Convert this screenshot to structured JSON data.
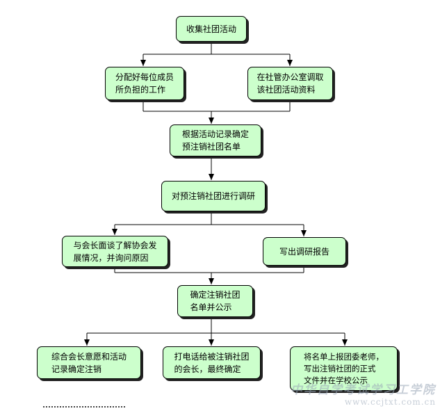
{
  "diagram": {
    "nodes": {
      "collect": "收集社团活动",
      "assign": "分配好每位成员\n所负担的工作",
      "retrieve": "在社管办公室调取\n该社团活动资料",
      "determine_pre": "根据活动记录确定\n预注销社团名单",
      "research": "对预注销社团进行调研",
      "talk": "与会长面谈了解协会发\n展情况，并询问原因",
      "report": "写出调研报告",
      "confirm_list": "确定注销社团\n名单并公示",
      "combine": "综合会长意愿和活动\n记录确定注销",
      "phone": "打电话给被注销社团\n的会长，最终确定",
      "submit": "将名单上报团委老师，\n写出注销社团的正式\n文件并在学校公示"
    },
    "colors": {
      "box_fill": "#ccffcc",
      "border": "#000000",
      "arrow": "#000000"
    }
  },
  "watermark": {
    "title": "中华自学考试学习工学院",
    "url": "www.ccjtxt.com.cn"
  }
}
